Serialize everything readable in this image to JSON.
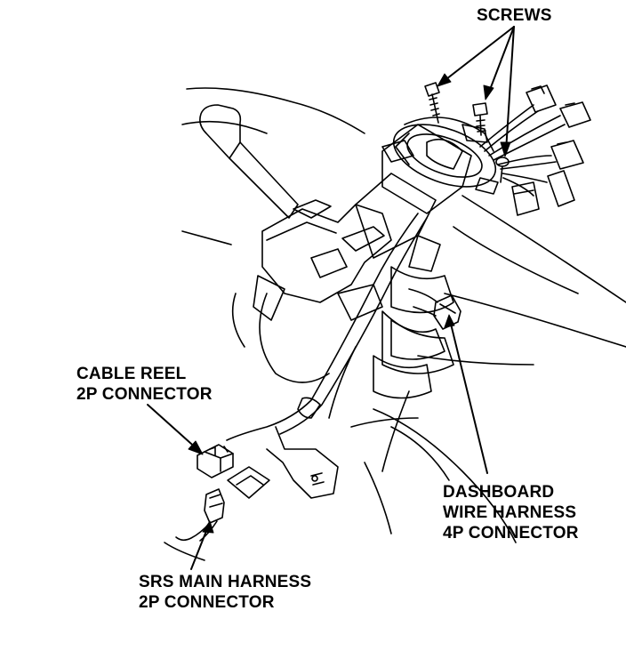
{
  "labels": {
    "screws": "SCREWS",
    "cable_reel_line1": "CABLE REEL",
    "cable_reel_line2": "2P CONNECTOR",
    "dashboard_line1": "DASHBOARD",
    "dashboard_line2": "WIRE HARNESS",
    "dashboard_line3": "4P CONNECTOR",
    "srs_line1": "SRS MAIN HARNESS",
    "srs_line2": "2P CONNECTOR"
  },
  "colors": {
    "ink": "#000000",
    "background": "#ffffff"
  }
}
